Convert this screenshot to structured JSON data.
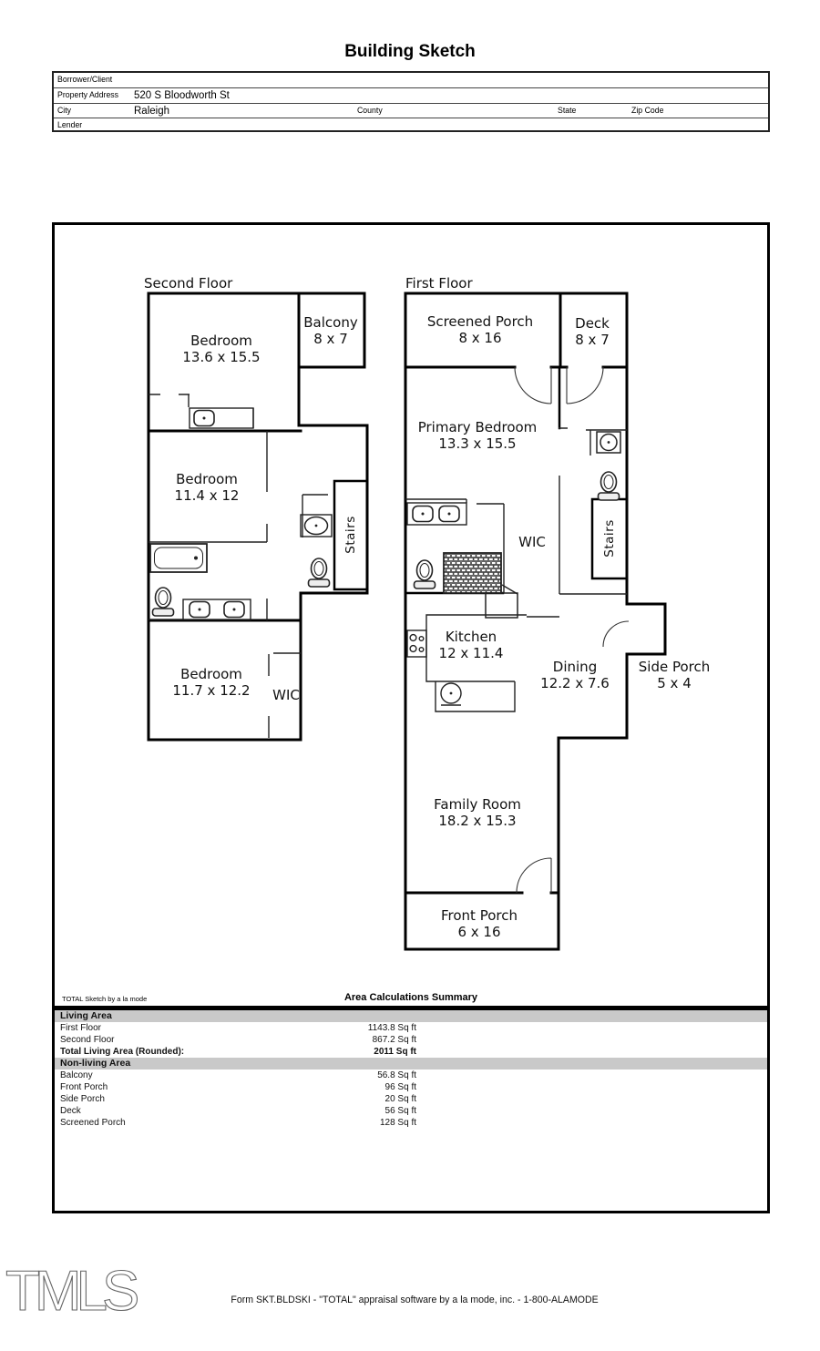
{
  "title": "Building Sketch",
  "form": {
    "borrower_label": "Borrower/Client",
    "property_address_label": "Property Address",
    "property_address_value": "520 S Bloodworth St",
    "city_label": "City",
    "city_value": "Raleigh",
    "county_label": "County",
    "state_label": "State",
    "zip_label": "Zip Code",
    "lender_label": "Lender"
  },
  "plan": {
    "second_floor_label": "Second Floor",
    "first_floor_label": "First Floor",
    "stairs_label": "Stairs",
    "rooms": {
      "bedroom1": {
        "name": "Bedroom",
        "dims": "13.6 x 15.5"
      },
      "balcony": {
        "name": "Balcony",
        "dims": "8 x 7"
      },
      "bedroom2": {
        "name": "Bedroom",
        "dims": "11.4 x 12"
      },
      "bedroom3": {
        "name": "Bedroom",
        "dims": "11.7 x 12.2"
      },
      "wic2": {
        "name": "WIC"
      },
      "screened_porch": {
        "name": "Screened Porch",
        "dims": "8 x 16"
      },
      "deck": {
        "name": "Deck",
        "dims": "8 x 7"
      },
      "primary_bedroom": {
        "name": "Primary Bedroom",
        "dims": "13.3 x 15.5"
      },
      "wic1": {
        "name": "WIC"
      },
      "kitchen": {
        "name": "Kitchen",
        "dims": "12 x 11.4"
      },
      "dining": {
        "name": "Dining",
        "dims": "12.2 x 7.6"
      },
      "side_porch": {
        "name": "Side Porch",
        "dims": "5 x 4"
      },
      "family_room": {
        "name": "Family Room",
        "dims": "18.2 x 15.3"
      },
      "front_porch": {
        "name": "Front Porch",
        "dims": "6 x 16"
      }
    }
  },
  "summary": {
    "sketch_credit": "TOTAL Sketch by a la mode",
    "title": "Area Calculations Summary",
    "living_area_header": "Living Area",
    "nonliving_area_header": "Non-living Area",
    "living_rows": [
      {
        "label": "First Floor",
        "value": "1143.8 Sq ft"
      },
      {
        "label": "Second Floor",
        "value": "867.2 Sq ft"
      },
      {
        "label": "Total Living Area (Rounded):",
        "value": "2011 Sq ft"
      }
    ],
    "nonliving_rows": [
      {
        "label": "Balcony",
        "value": "56.8 Sq ft"
      },
      {
        "label": "Front Porch",
        "value": "96 Sq ft"
      },
      {
        "label": "Side Porch",
        "value": "20 Sq ft"
      },
      {
        "label": "Deck",
        "value": "56 Sq ft"
      },
      {
        "label": "Screened Porch",
        "value": "128 Sq ft"
      }
    ]
  },
  "footer": {
    "logo": "TMLS",
    "form_line": "Form SKT.BLDSKI - \"TOTAL\" appraisal software by a la mode, inc. - 1-800-ALAMODE"
  }
}
